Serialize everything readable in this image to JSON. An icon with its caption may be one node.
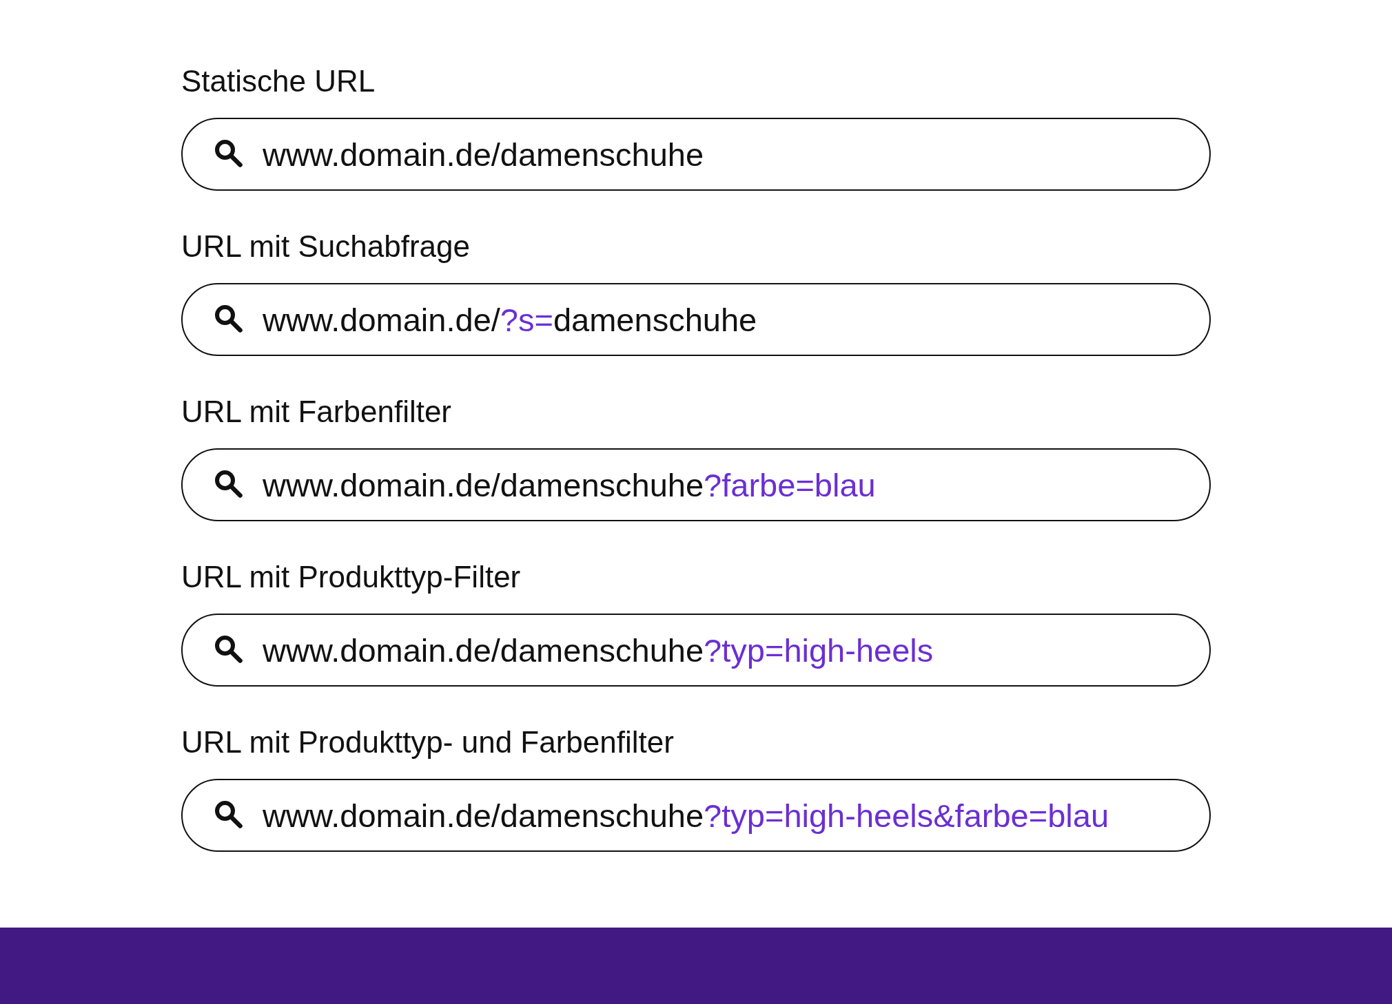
{
  "diagram": {
    "nodes": [
      {
        "text": [
          "Statische URL",
          "www.domain.de/damenschuhe"
        ]
      },
      {
        "text": [
          "URL mit Suchabfrage",
          "www.domain.de/**?s=**damenschuhe"
        ]
      },
      {
        "text": [
          "URL mit Farbenfilter",
          "www.domain.de/damenschuhe**?farbe=blau**"
        ]
      },
      {
        "text": [
          "URL mit Produkttyp-Filter",
          "www.domain.de/damenschuhe**?typ=high-heels**"
        ]
      },
      {
        "text": [
          "URL mit Produkttyp- und Farbenfilter",
          "www.domain.de/damenschuhe**?typ=high-heels&farbe=blau**"
        ]
      }
    ],
    "edges": []
  }
}
